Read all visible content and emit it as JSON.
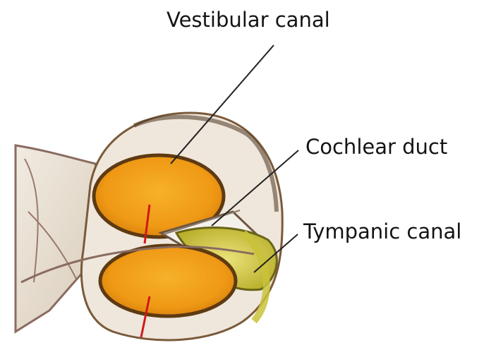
{
  "labels": {
    "vestibular_canal": "Vestibular canal",
    "cochlear_duct": "Cochlear duct",
    "tympanic_canal": "Tympanic canal"
  },
  "colors": {
    "canal_fill": "#f09a16",
    "canal_rim": "#5e3a12",
    "membrane": "#d9cdbd",
    "tissue": "#ebe3d6",
    "organ_of_corti": "#c9c23a",
    "accent_red": "#d21818",
    "leader_line": "#222222"
  }
}
